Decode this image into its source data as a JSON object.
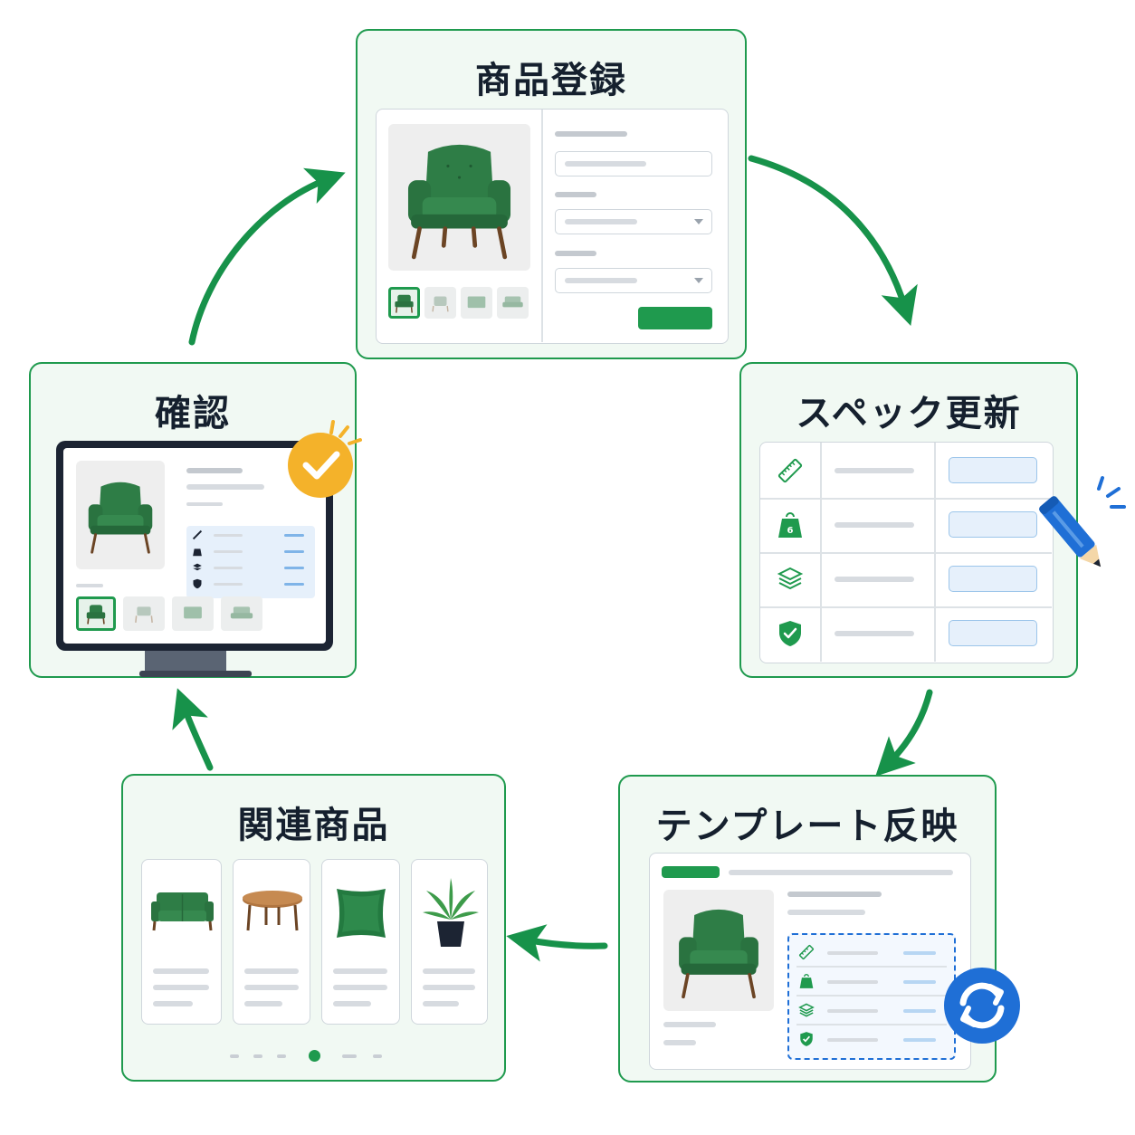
{
  "steps": {
    "registration": {
      "title": "商品登録"
    },
    "spec_update": {
      "title": "スペック更新"
    },
    "template": {
      "title": "テンプレート反映"
    },
    "related": {
      "title": "関連商品"
    },
    "confirm": {
      "title": "確認"
    }
  },
  "icons": {
    "spec_rows": [
      "ruler-icon",
      "weight-icon",
      "layers-icon",
      "shield-check-icon"
    ],
    "spec_weight_label": "6",
    "related_items": [
      "sofa",
      "coffee-table",
      "cushion",
      "potted-plant"
    ],
    "badges": [
      "pencil-icon",
      "sync-icon",
      "check-circle-icon"
    ]
  },
  "colors": {
    "accent": "#1f9a4e",
    "card_bg": "#f1f9f3",
    "sync_blue": "#1f6fd6",
    "check_orange": "#f4b22a",
    "chair_green": "#2e7d46",
    "monitor_frame": "#1c2433"
  },
  "carousel": {
    "dots": 6,
    "active_index": 3
  }
}
